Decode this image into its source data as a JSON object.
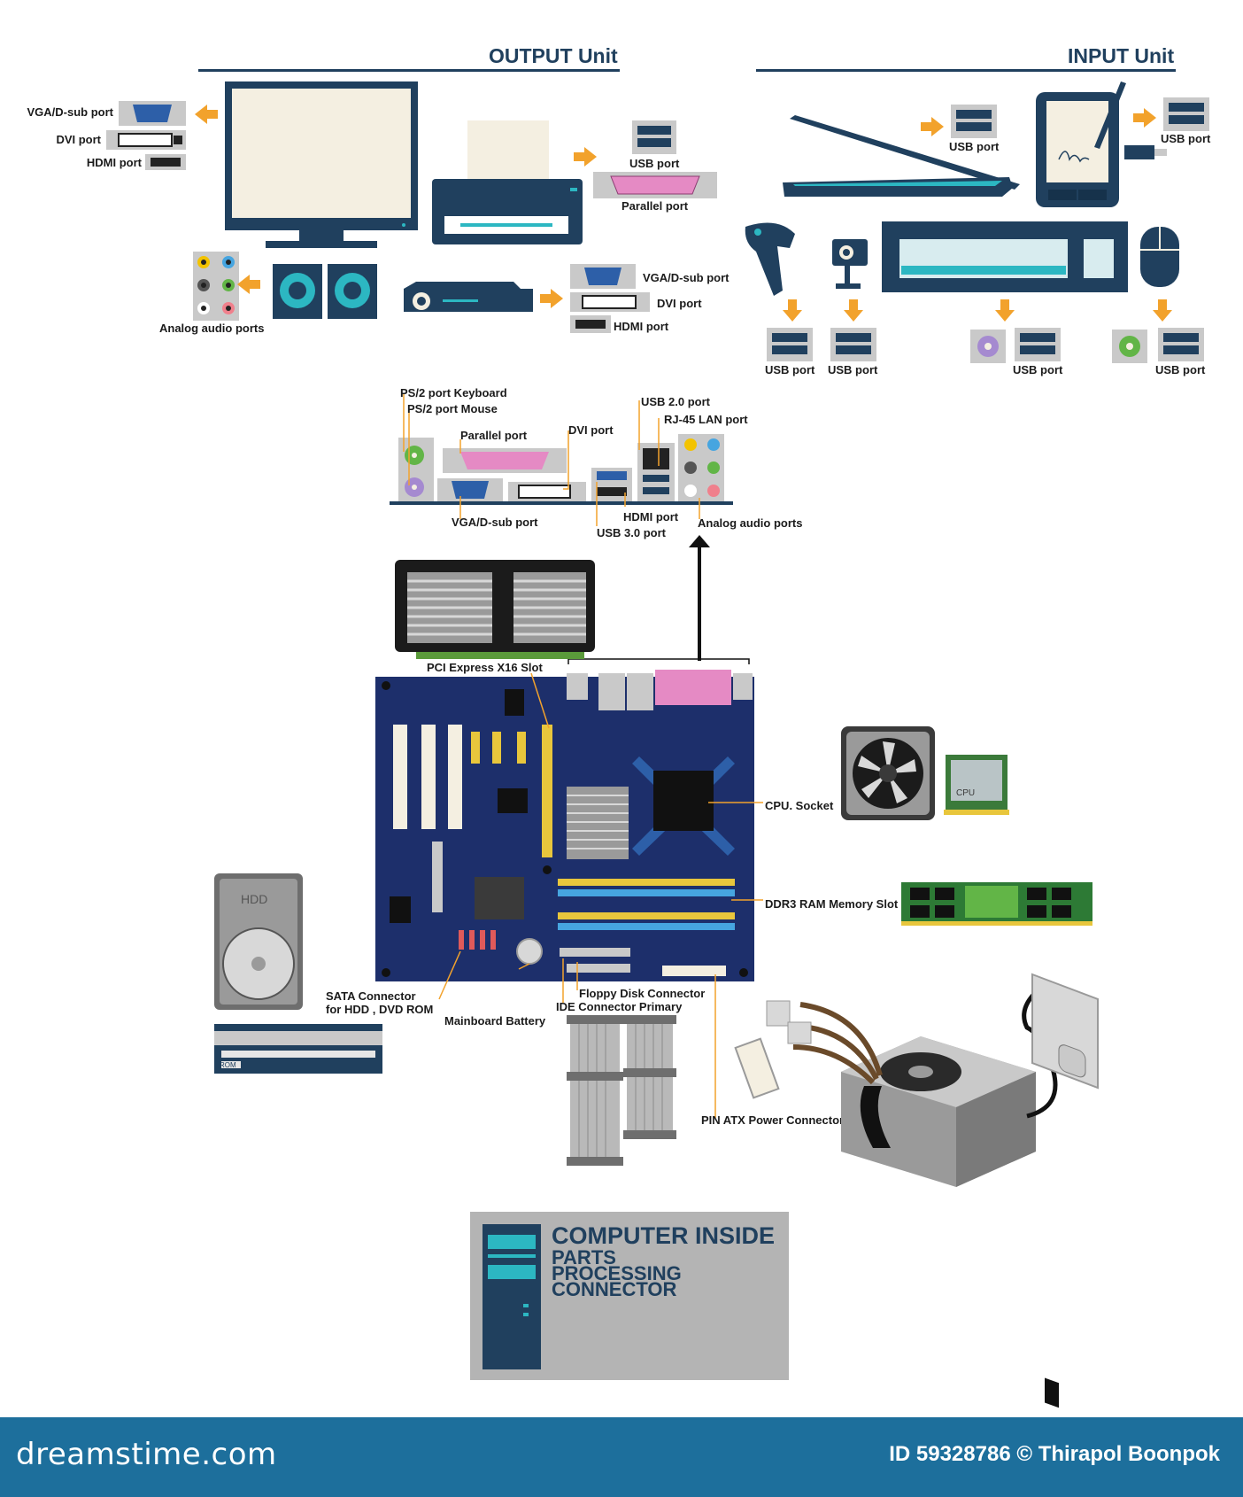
{
  "headings": {
    "output": "OUTPUT Unit",
    "input": "INPUT Unit"
  },
  "output_labels": {
    "monitor_vga": "VGA/D-sub port",
    "monitor_dvi": "DVI port",
    "monitor_hdmi": "HDMI port",
    "printer_usb": "USB port",
    "printer_parallel": "Parallel port",
    "audio": "Analog audio ports",
    "projector_vga": "VGA/D-sub port",
    "projector_dvi": "DVI port",
    "projector_hdmi": "HDMI port"
  },
  "input_labels": {
    "scanner_usb": "USB port",
    "tablet_usb": "USB port",
    "barcode_usb": "USB port",
    "webcam_usb": "USB port",
    "keyboard_usb": "USB port",
    "mouse_usb": "USB port"
  },
  "io_panel_labels": {
    "ps2_keyboard": "PS/2 port Keyboard",
    "ps2_mouse": "PS/2 port Mouse",
    "parallel": "Parallel port",
    "dvi": "DVI port",
    "usb2": "USB 2.0 port",
    "rj45": "RJ-45 LAN port",
    "vga": "VGA/D-sub port",
    "hdmi": "HDMI port",
    "usb3": "USB 3.0 port",
    "audio": "Analog audio ports"
  },
  "board_labels": {
    "pcie": "PCI Express X16 Slot",
    "cpu_socket": "CPU. Socket",
    "ddr3": "DDR3 RAM Memory Slot",
    "sata_line1": "SATA Connector",
    "sata_line2": "for HDD , DVD ROM",
    "battery": "Mainboard Battery",
    "floppy": "Floppy Disk Connector",
    "ide": "IDE Connector Primary",
    "atx": "PIN ATX Power Connector",
    "hdd_text": "HDD",
    "cpu_text": "CPU",
    "rom_text": "ROM"
  },
  "panel": {
    "title": "COMPUTER INSIDE",
    "line1": "PARTS",
    "line2": "PROCESSING",
    "line3": "CONNECTOR"
  },
  "footer": {
    "logo": "dreamstime.com",
    "credit": "ID 59328786 © Thirapol Boonpok"
  },
  "colors": {
    "navy": "#20405e",
    "accent_orange": "#f2a22c",
    "board_blue": "#1d2f6b",
    "footer_blue": "#1d6f9c",
    "teal": "#2cb7c2"
  }
}
